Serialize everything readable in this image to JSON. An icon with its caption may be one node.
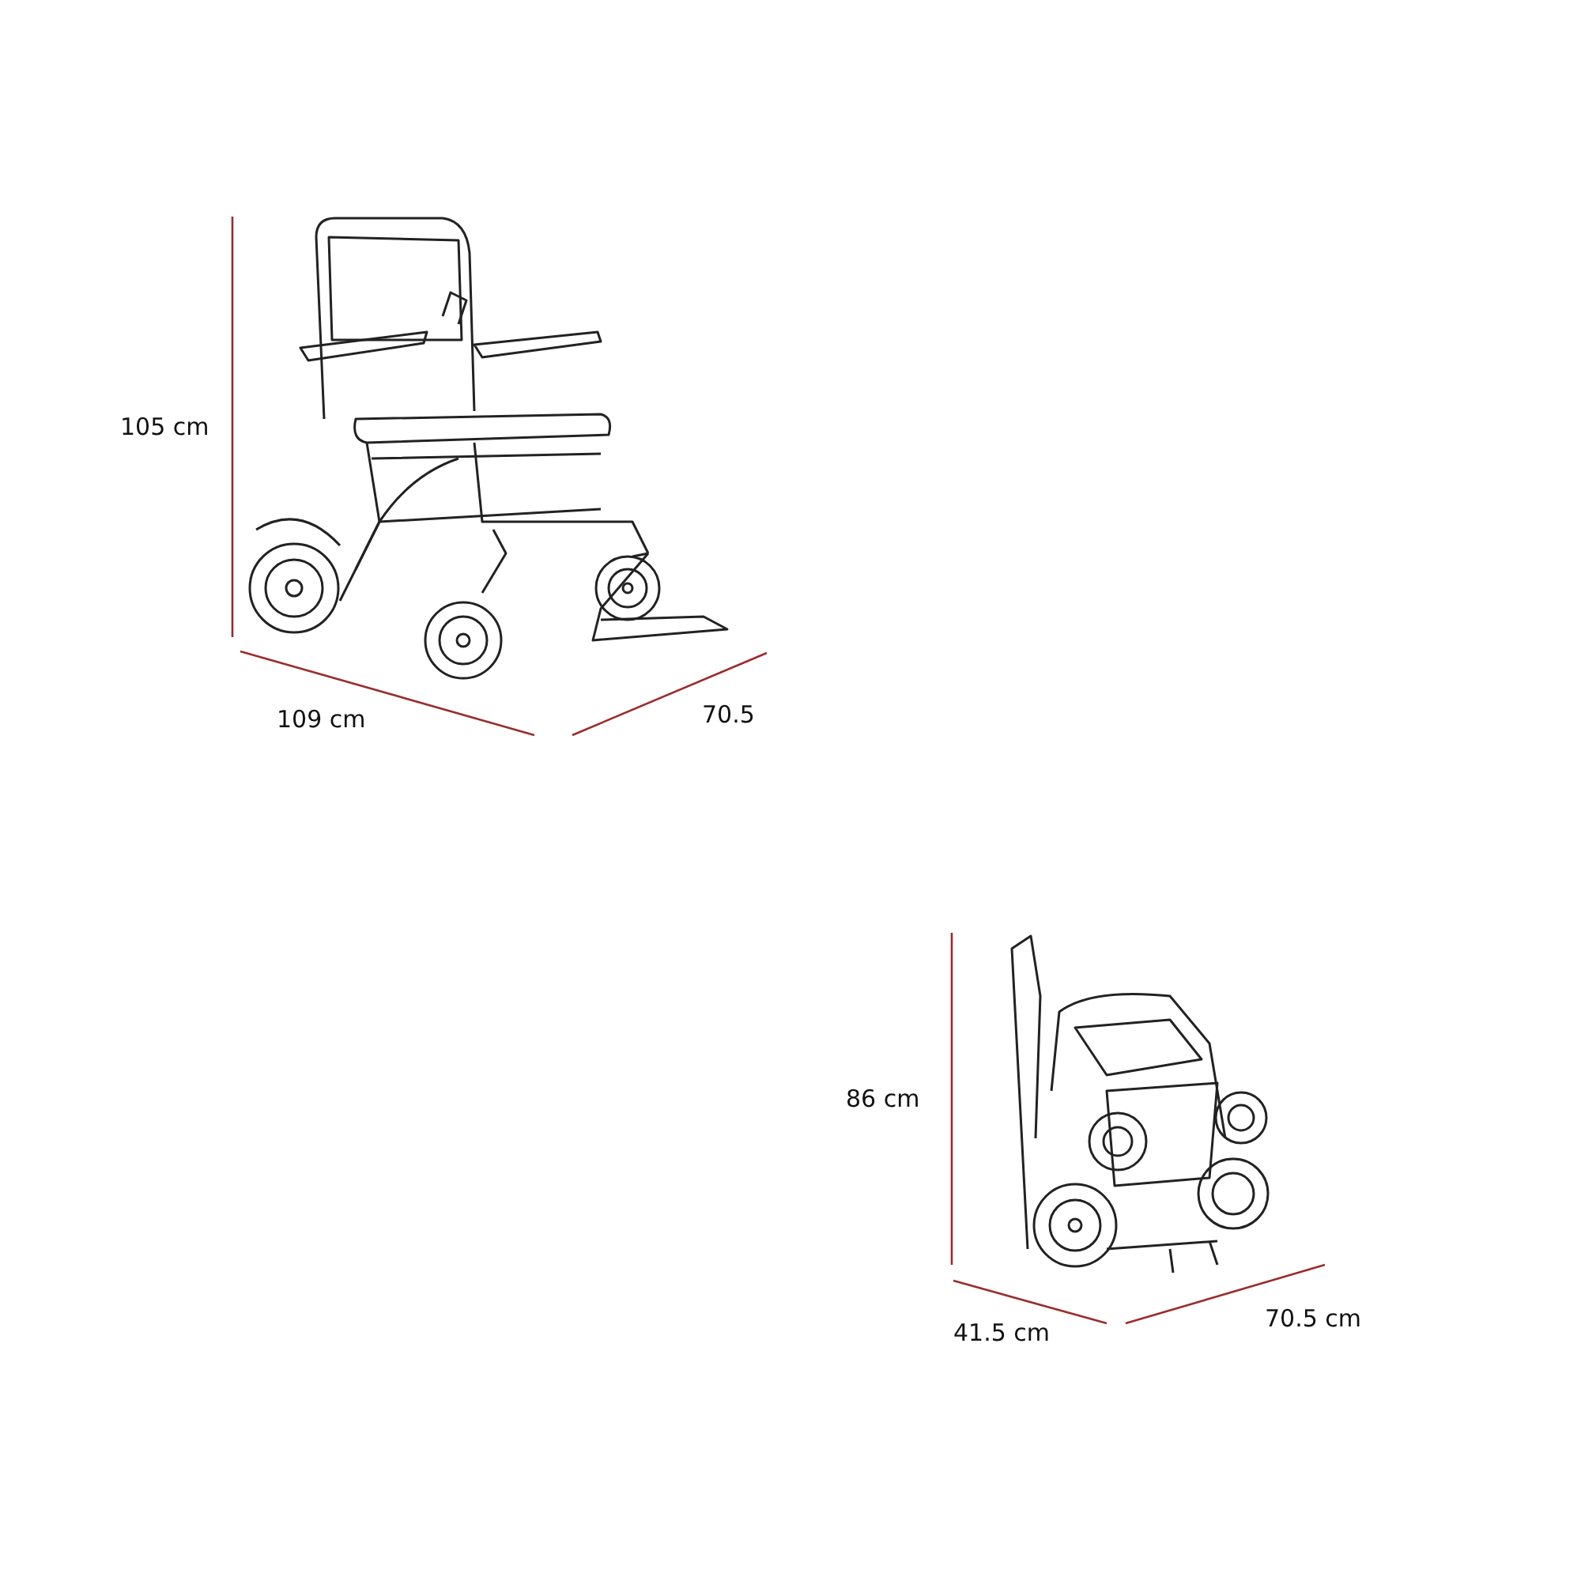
{
  "diagram": {
    "labels": [
      "105 cm",
      "109 cm",
      "70.5",
      "86 cm",
      "41.5 cm",
      "70.5 cm"
    ]
  }
}
